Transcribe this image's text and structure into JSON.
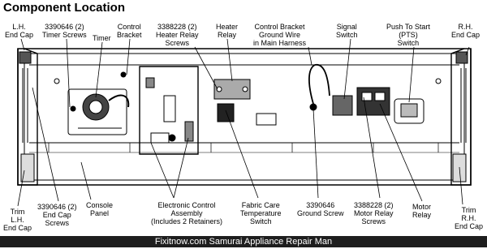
{
  "title": "Component Location",
  "footer": "Fixitnow.com Samurai Appliance Repair Man",
  "callouts": {
    "lh_end_cap": [
      "L.H.",
      "End Cap"
    ],
    "timer_screws": [
      "3390646 (2)",
      "Timer Screws"
    ],
    "timer": [
      "Timer"
    ],
    "control_bracket": [
      "Control",
      "Bracket"
    ],
    "heater_relay_screws": [
      "3388228 (2)",
      "Heater Relay",
      "Screws"
    ],
    "heater_relay": [
      "Heater",
      "Relay"
    ],
    "bracket_ground_wire": [
      "Control Bracket",
      "Ground Wire",
      "in Main Harness"
    ],
    "signal_switch": [
      "Signal",
      "Switch"
    ],
    "pts_switch": [
      "Push To Start",
      "(PTS)",
      "Switch"
    ],
    "rh_end_cap": [
      "R.H.",
      "End Cap"
    ],
    "trim_lh_end_cap": [
      "Trim",
      "L.H.",
      "End Cap"
    ],
    "end_cap_screws": [
      "3390646 (2)",
      "End Cap",
      "Screws"
    ],
    "console_panel": [
      "Console",
      "Panel"
    ],
    "electronic_control": [
      "Electronic Control",
      "Assembly",
      "(Includes 2 Retainers)"
    ],
    "fabric_care_switch": [
      "Fabric Care",
      "Temperature",
      "Switch"
    ],
    "ground_screw": [
      "3390646",
      "Ground Screw"
    ],
    "motor_relay_screws": [
      "3388228 (2)",
      "Motor Relay",
      "Screws"
    ],
    "motor_relay": [
      "Motor",
      "Relay"
    ],
    "trim_rh_end_cap": [
      "Trim",
      "R.H.",
      "End Cap"
    ]
  }
}
